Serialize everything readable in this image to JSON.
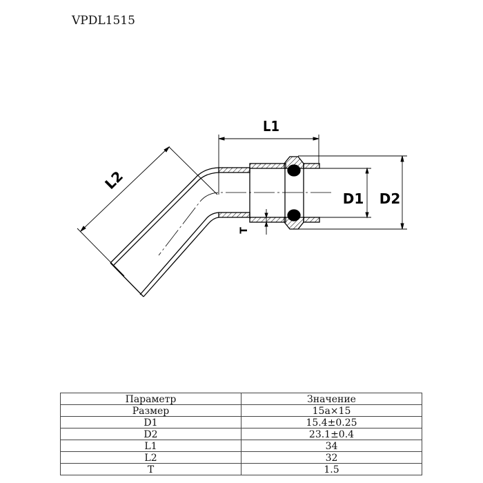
{
  "title": "VPDL1515",
  "drawing": {
    "labels": {
      "l1": "L1",
      "l2": "L2",
      "d1": "D1",
      "d2": "D2",
      "t": "T"
    }
  },
  "table": {
    "headers": [
      "Параметр",
      "Значение"
    ],
    "rows": [
      {
        "param": "Размер",
        "value": "15a×15"
      },
      {
        "param": "D1",
        "value": "15.4±0.25"
      },
      {
        "param": "D2",
        "value": "23.1±0.4"
      },
      {
        "param": "L1",
        "value": "34"
      },
      {
        "param": "L2",
        "value": "32"
      },
      {
        "param": "T",
        "value": "1.5"
      }
    ]
  }
}
